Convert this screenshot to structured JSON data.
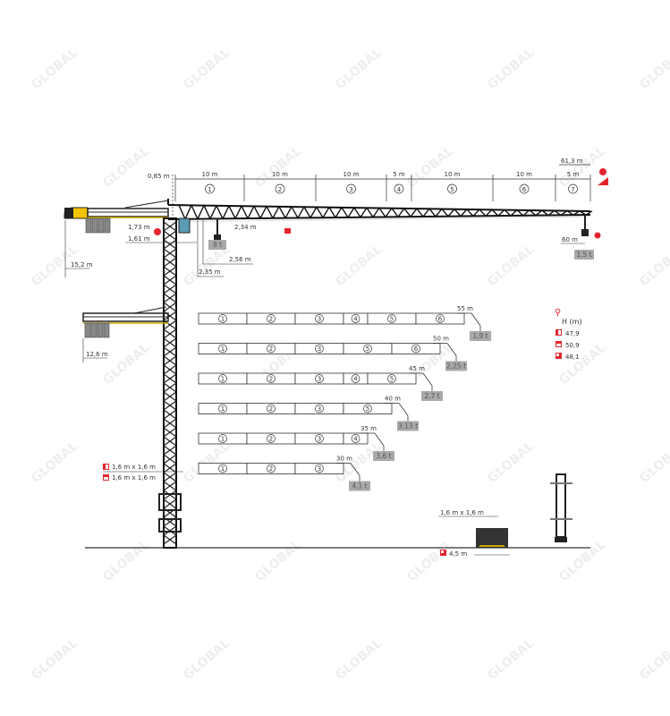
{
  "diagram": {
    "type": "tower crane load diagram",
    "top_dimensions": {
      "counter_offset": "0,85 m",
      "total_jib": "61,3 m",
      "sections": [
        {
          "length": "10 m",
          "num": "1"
        },
        {
          "length": "10 m",
          "num": "2"
        },
        {
          "length": "10 m",
          "num": "3"
        },
        {
          "length": "5 m",
          "num": "4"
        },
        {
          "length": "10 m",
          "num": "5"
        },
        {
          "length": "10 m",
          "num": "6"
        },
        {
          "length": "5 m",
          "num": "7"
        }
      ]
    },
    "crane_dims": {
      "d1": "1,73 m",
      "d2": "1,61 m",
      "d3": "2,34 m",
      "d4": "2,56 m",
      "d5": "2,35 m",
      "counter_jib": "15,2 m",
      "counter_jib_low": "12,6 m",
      "max_load": "8 t",
      "tip_radius": "60 m",
      "tip_load": "1,5 t"
    },
    "jib_configs": [
      {
        "radius": "55 m",
        "load": "1,9 t",
        "sections": [
          "1",
          "2",
          "3",
          "4",
          "5",
          "6"
        ]
      },
      {
        "radius": "50 m",
        "load": "2,25 t",
        "sections": [
          "1",
          "2",
          "3",
          "5",
          "6"
        ]
      },
      {
        "radius": "45 m",
        "load": "2,7 t",
        "sections": [
          "1",
          "2",
          "3",
          "4",
          "5"
        ]
      },
      {
        "radius": "40 m",
        "load": "3,13 t",
        "sections": [
          "1",
          "2",
          "3",
          "5"
        ]
      },
      {
        "radius": "35 m",
        "load": "3,6 t",
        "sections": [
          "1",
          "2",
          "3",
          "4"
        ]
      },
      {
        "radius": "30 m",
        "load": "4,1 t",
        "sections": [
          "1",
          "2",
          "3"
        ]
      }
    ],
    "height_legend": {
      "title": "H (m)",
      "items": [
        "47,9",
        "50,9",
        "48,1"
      ]
    },
    "mast_legend": [
      "1,6 m x 1,6 m",
      "1,6 m x 1,6 m"
    ],
    "base": {
      "size": "1,6 m x 1,6 m",
      "width": "4,5 m"
    },
    "colors": {
      "accent": "#e3262e",
      "load_box": "#a9a9a9",
      "yellow": "#f2c300",
      "line": "#333333"
    },
    "watermark": "GLOBAL"
  }
}
